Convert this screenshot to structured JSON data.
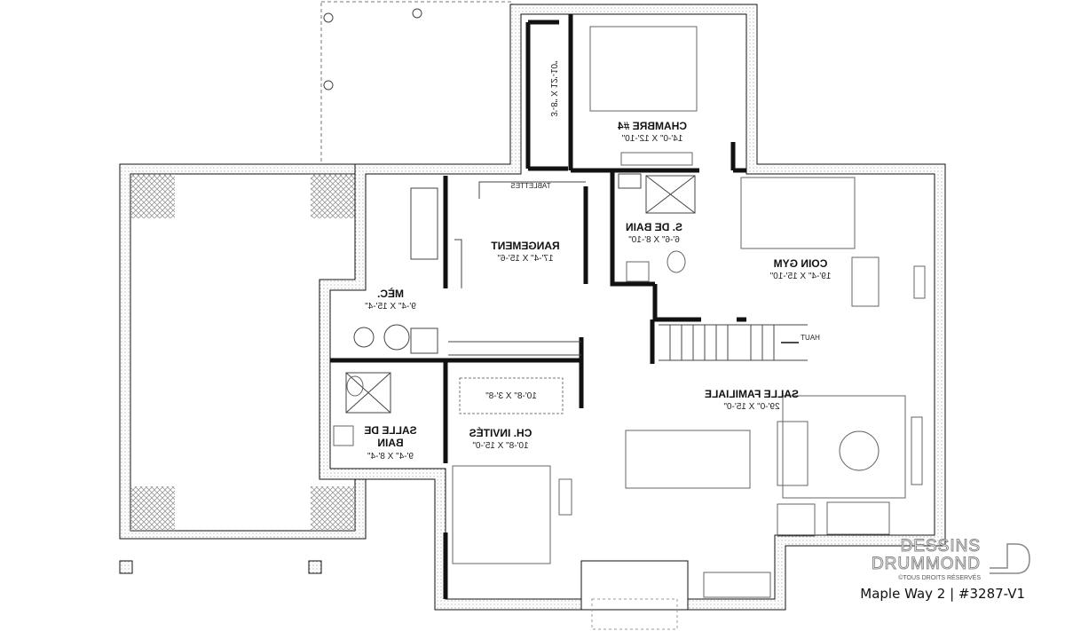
{
  "rooms": {
    "chambre4": {
      "name": "CHAMBRE #4",
      "dims": "14'-0\" X 12'-10\""
    },
    "closet_ch4": {
      "dims": "3'-8\" X 12'-10\""
    },
    "sdb": {
      "name": "S. DE BAIN",
      "dims": "6'-6\" X 8'-10\""
    },
    "rangement": {
      "name": "RANGEMENT",
      "dims": "17'-4\" X 15'-6\""
    },
    "tablettes": {
      "name": "TABLETTES"
    },
    "gym": {
      "name": "COIN GYM",
      "dims": "19'-4\" X 15'-10\""
    },
    "mec": {
      "name": "MÈC.",
      "dims": "9'-4\" X 15'-4\""
    },
    "familiale": {
      "name": "SALLE FAMILIALE",
      "dims": "29'-0\" X 15'-0\""
    },
    "closet_inv": {
      "dims": "10'-8\" X 3'-8\""
    },
    "invites": {
      "name": "CH. INVITÉS",
      "dims": "10'-8\" X 15'-0\""
    },
    "salle_bain": {
      "name_line1": "SALLE DE",
      "name_line2": "BAIN",
      "dims": "9'-4\" X 8'-4\""
    },
    "stairs": {
      "label": "HAUT"
    }
  },
  "branding": {
    "logo_line1": "DESSINS",
    "logo_line2": "DRUMMOND",
    "copyright": "©TOUS DROITS RÉSERVÉS",
    "caption": "Maple Way 2 | #3287-V1"
  },
  "colors": {
    "wall": "#111111",
    "stipple": "#bbbbbb"
  }
}
